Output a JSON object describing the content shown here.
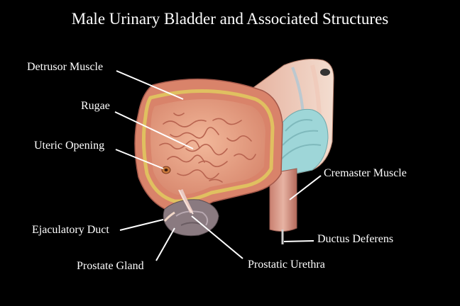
{
  "title": "Male Urinary Bladder and Associated Structures",
  "labels": {
    "detrusor_muscle": "Detrusor Muscle",
    "rugae": "Rugae",
    "uteric_opening": "Uteric Opening",
    "ejaculatory_duct": "Ejaculatory Duct",
    "prostate_gland": "Prostate Gland",
    "prostatic_urethra": "Prostatic Urethra",
    "cremaster_muscle": "Cremaster Muscle",
    "ductus_deferens": "Ductus Deferens"
  },
  "colors": {
    "background": "#000000",
    "text": "#ffffff",
    "leader_line": "#ffffff",
    "muscle_wall": "#d9836a",
    "mucosa": "#e8a488",
    "fat_layer": "#e0c060",
    "prostate": "#8a7a80",
    "cremaster": "#9ed6d8"
  }
}
